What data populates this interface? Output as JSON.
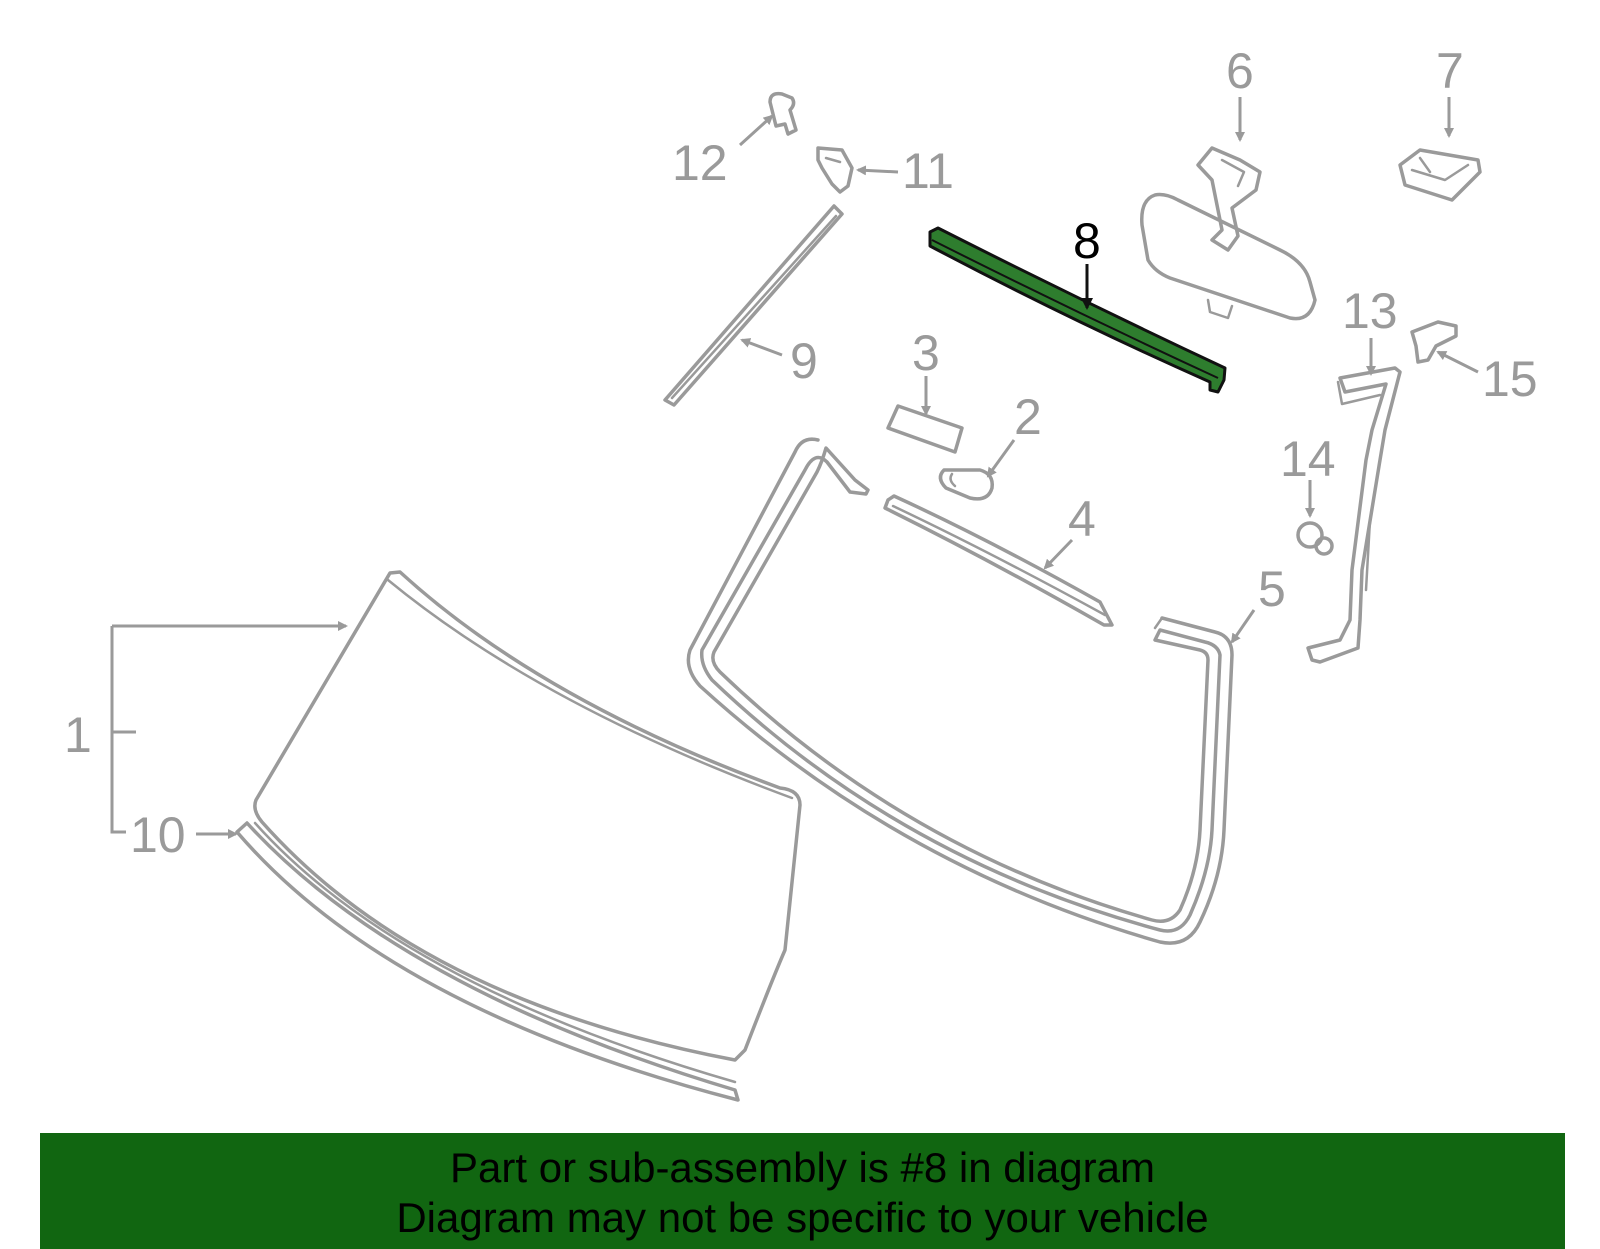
{
  "callouts": {
    "c1": "1",
    "c2": "2",
    "c3": "3",
    "c4": "4",
    "c5": "5",
    "c6": "6",
    "c7": "7",
    "c8": "8",
    "c9": "9",
    "c10": "10",
    "c11": "11",
    "c12": "12",
    "c13": "13",
    "c14": "14",
    "c15": "15"
  },
  "highlight": {
    "part": "8",
    "color": "#116611"
  },
  "colors": {
    "part_outline": "#9a9a9a",
    "banner_bg": "#116611",
    "highlight_fill": "#2e7d2e"
  },
  "banner": {
    "line1": "Part or sub-assembly is #8 in diagram",
    "line2": "Diagram may not be specific to your vehicle"
  }
}
